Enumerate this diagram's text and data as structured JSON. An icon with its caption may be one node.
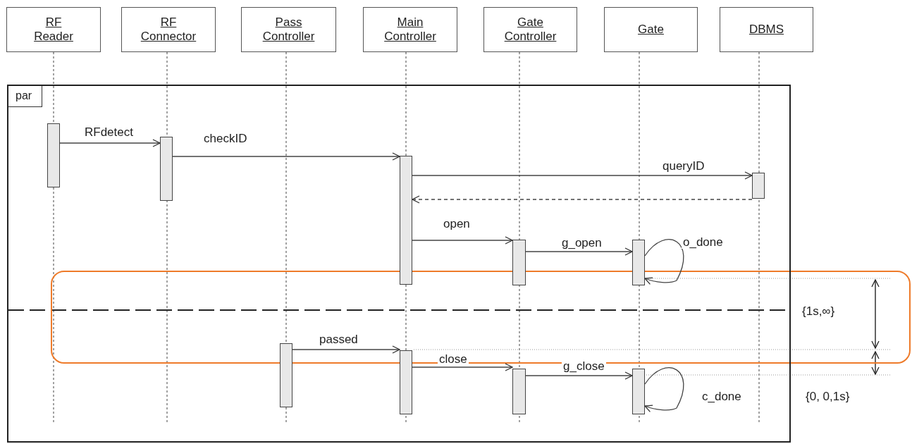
{
  "diagram": {
    "nodes": [
      {
        "text": [
          "RF Reader"
        ]
      },
      {
        "text": [
          "RF Connector"
        ]
      },
      {
        "text": [
          "Pass Controller"
        ]
      },
      {
        "text": [
          "Main Controller"
        ]
      },
      {
        "text": [
          "Gate Controller"
        ]
      },
      {
        "text": [
          "Gate"
        ]
      },
      {
        "text": [
          "DBMS"
        ]
      },
      {
        "text": [
          "par"
        ]
      },
      {
        "text": [],
        "shape": "bar",
        "in": 7
      },
      {
        "text": [],
        "shape": "bar",
        "in": 7
      },
      {
        "text": [],
        "shape": "bar",
        "in": 7
      },
      {
        "text": [],
        "shape": "bar",
        "in": 7
      },
      {
        "text": [],
        "shape": "bar",
        "in": 7
      },
      {
        "text": [],
        "shape": "bar",
        "in": 7
      },
      {
        "text": [],
        "shape": "bar",
        "in": 7
      },
      {
        "text": [],
        "shape": "bar",
        "in": 7
      },
      {
        "text": [],
        "shape": "bar",
        "in": 7
      },
      {
        "text": [],
        "shape": "bar",
        "in": 7
      }
    ],
    "edges": [
      {
        "from": 8,
        "to": 9,
        "arrow": "to",
        "label": "RFdetect"
      },
      {
        "from": 9,
        "to": 10,
        "arrow": "to",
        "label": "checkID"
      },
      {
        "from": 10,
        "to": 11,
        "arrow": "to",
        "label": "queryID"
      },
      {
        "from": 11,
        "to": 10,
        "arrow": "to",
        "style": "dashed"
      },
      {
        "from": 10,
        "to": 12,
        "arrow": "to",
        "label": "open"
      },
      {
        "from": 12,
        "to": 13,
        "arrow": "to",
        "label": "g_open"
      },
      {
        "from": 13,
        "to": 13,
        "arrow": "to",
        "label": "o_done"
      },
      {
        "from": 14,
        "to": 15,
        "arrow": "to",
        "label": "passed"
      },
      {
        "from": 15,
        "to": 16,
        "arrow": "to",
        "label": "close"
      },
      {
        "from": 16,
        "to": 17,
        "arrow": "to",
        "label": "g_close"
      },
      {
        "from": 17,
        "to": 17,
        "arrow": "to",
        "label": "c_done"
      }
    ],
    "labels": [
      "{1s,∞}",
      "{0, 0,1s}"
    ]
  }
}
